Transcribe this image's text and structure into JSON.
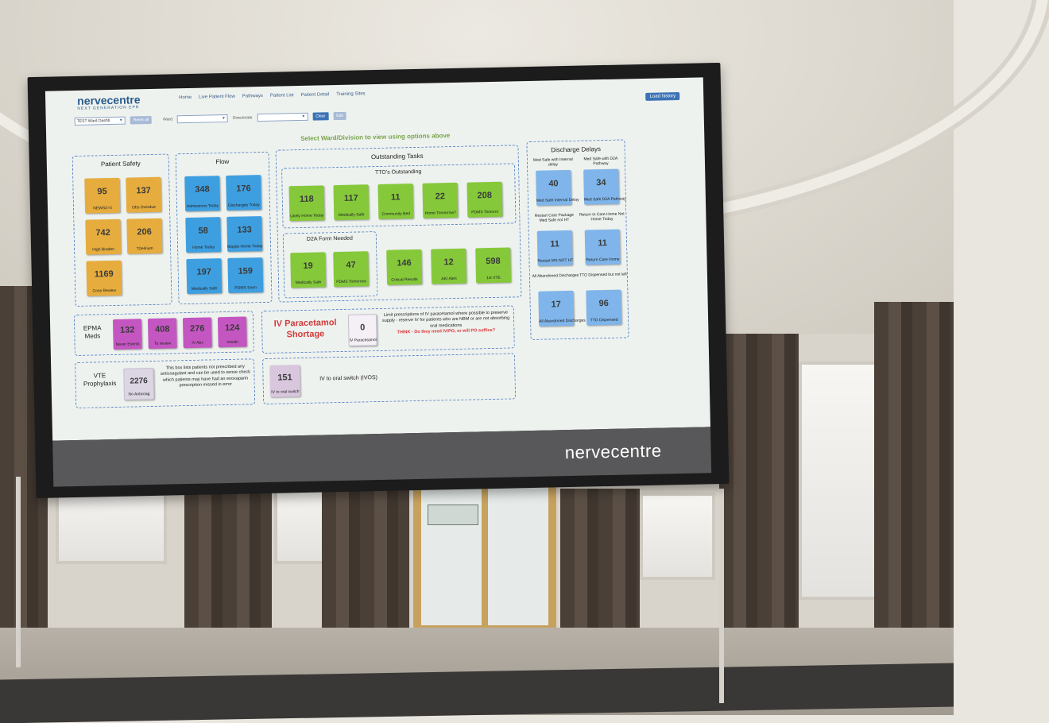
{
  "app": {
    "logo": "nervecentre",
    "logo_sub": "NEXT GENERATION EPR",
    "nav": [
      "Home",
      "Live Patient Flow",
      "Pathways",
      "Patient List",
      "Patient Detail",
      "Training Sites"
    ],
    "load_history": "Load history",
    "brand": "nervecentre"
  },
  "toolbar": {
    "dashboard_select": "TEST Ward Dashb",
    "reset_button": "Reset all",
    "ward_label": "Ward",
    "ward_select": "",
    "directorate_label": "Directorate",
    "directorate_select": "",
    "clear_button": "Clear",
    "edit_button": "Edit"
  },
  "prompt": "Select Ward/Division to view using options above",
  "patient_safety": {
    "title": "Patient Safety",
    "tiles": [
      {
        "value": "95",
        "label": "NEWS2>3"
      },
      {
        "value": "137",
        "label": "Obs Overdue"
      },
      {
        "value": "742",
        "label": "High Braden"
      },
      {
        "value": "206",
        "label": "?Delirium"
      },
      {
        "value": "1169",
        "label": "Cons Review"
      }
    ]
  },
  "flow": {
    "title": "Flow",
    "tiles": [
      {
        "value": "348",
        "label": "Admissions Today"
      },
      {
        "value": "176",
        "label": "Discharges Today"
      },
      {
        "value": "58",
        "label": "Home Today"
      },
      {
        "value": "133",
        "label": "Maybe Home Today"
      },
      {
        "value": "197",
        "label": "Medically Safe"
      },
      {
        "value": "159",
        "label": "PDMS Soon"
      }
    ]
  },
  "outstanding": {
    "title": "Outstanding Tasks",
    "tto_title": "TTO's Outstanding",
    "tto": [
      {
        "value": "118",
        "label": "Likely Home Today"
      },
      {
        "value": "117",
        "label": "Medically Safe"
      },
      {
        "value": "11",
        "label": "Community Bed"
      },
      {
        "value": "22",
        "label": "Home Tomorrow?"
      },
      {
        "value": "208",
        "label": "PDMS Tomorro"
      }
    ],
    "d2a_title": "D2A Form Needed",
    "d2a": [
      {
        "value": "19",
        "label": "Medically Safe"
      },
      {
        "value": "47",
        "label": "PDMS Tomorrow"
      }
    ],
    "others": [
      {
        "value": "146",
        "label": "Critical Results"
      },
      {
        "value": "12",
        "label": "AKI Alert"
      },
      {
        "value": "598",
        "label": "1st VTE"
      }
    ]
  },
  "discharge": {
    "title": "Discharge Delays",
    "items": [
      {
        "caption": "Med Safe with Internal delay",
        "value": "40",
        "label": "Med Safe Internal Delay"
      },
      {
        "caption": "Med Safe with D2A Pathway",
        "value": "34",
        "label": "Med Safe D2A Pathway"
      },
      {
        "caption": "Restart Care Package Med Safe not HT",
        "value": "11",
        "label": "Restart MS NOT HT"
      },
      {
        "caption": "Return to Care Home Not Home Today",
        "value": "11",
        "label": "Return Care Home"
      },
      {
        "caption": "All Abandoned Discharges",
        "value": "17",
        "label": "All Abandoned Discharges"
      },
      {
        "caption": "TTO Dispensed but not left",
        "value": "96",
        "label": "TTO Dispensed"
      }
    ]
  },
  "epma": {
    "title": "EPMA Meds",
    "tiles": [
      {
        "value": "132",
        "label": "Never Events"
      },
      {
        "value": "408",
        "label": "To review"
      },
      {
        "value": "276",
        "label": "IV Abx"
      },
      {
        "value": "124",
        "label": "Insulin"
      }
    ]
  },
  "iv_paracetamol": {
    "title": "IV Paracetamol Shortage",
    "value": "0",
    "label": "IV Paracetamol",
    "note": "Limit prescriptions of IV paracetamol where possible to preserve supply - reserve IV for patients who are NBM or are not absorbing oral medications",
    "think": "THINK - Do they need IV/PO, or will PO suffice?"
  },
  "vte": {
    "title": "VTE Prophylaxis",
    "value": "2276",
    "label": "No Anticoag",
    "note": "This box lists patients not prescribed any anticoagulant and can be used to sense check which patients may have had an enoxaparin prescription missed in error"
  },
  "ivos": {
    "value": "151",
    "label": "IV to oral switch",
    "text": "IV to oral switch (IVOS)"
  },
  "colors": {
    "orange": "#e6ad3e",
    "blue": "#3e9fe0",
    "green": "#85c93a",
    "purple": "#c456c1",
    "brand_bar": "#58585a",
    "alert_red": "#d23a3a"
  }
}
